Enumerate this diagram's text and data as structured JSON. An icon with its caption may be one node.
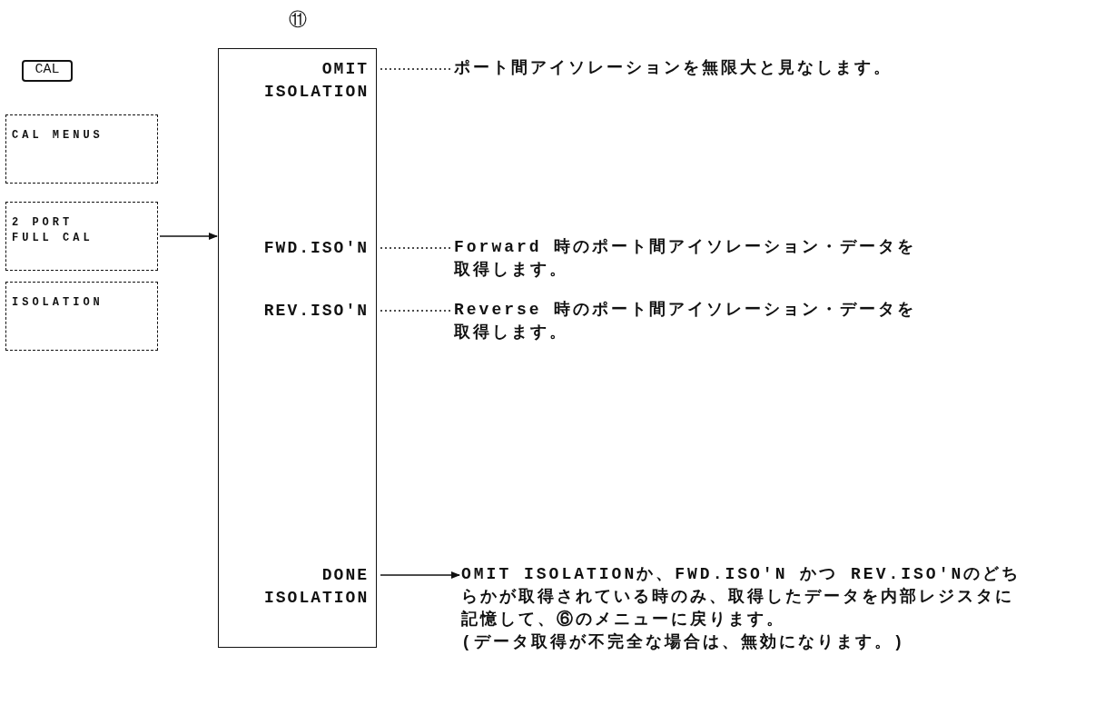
{
  "diagram": {
    "nodes": [
      {
        "text": [
          "CAL"
        ]
      },
      {
        "text": [
          "CAL MENUS"
        ]
      },
      {
        "text": [
          "2 PORT FULL CAL"
        ]
      },
      {
        "text": [
          "ISOLATION"
        ]
      },
      {
        "text": [],
        "shape": "box"
      },
      {
        "text": [
          "OMIT ISOLATION"
        ],
        "in": 4
      },
      {
        "text": [
          "FWD.ISO'N"
        ],
        "in": 4
      },
      {
        "text": [
          "REV.ISO'N"
        ],
        "in": 4
      },
      {
        "text": [
          "DONE ISOLATION"
        ],
        "in": 4
      },
      {
        "text": [
          "ポート間アイソレーションを無限大と見なします。"
        ]
      },
      {
        "text": [
          "Forward 時のポート間アイソレーション・データを取得します。"
        ]
      },
      {
        "text": [
          "Reverse 時のポート間アイソレーション・データを取得します。"
        ]
      },
      {
        "text": [
          "OMIT ISOLATIONか、FWD.ISO'N かつ REV.ISO'Nのどちらかが取得されている時のみ、取得したデータを内部レジスタに記憶して、⑥のメニューに戻ります。",
          "(データ取得が不完全な場合は、無効になります。)"
        ]
      }
    ],
    "edges": [
      {
        "from": 2,
        "to": 4,
        "arrow": "to"
      },
      {
        "from": 5,
        "to": 9,
        "arrow": "none",
        "style": "dashed"
      },
      {
        "from": 6,
        "to": 10,
        "arrow": "none",
        "style": "dashed"
      },
      {
        "from": 7,
        "to": 11,
        "arrow": "none",
        "style": "dashed"
      },
      {
        "from": 8,
        "to": 12,
        "arrow": "to"
      }
    ],
    "labels": [
      "⑪"
    ]
  }
}
